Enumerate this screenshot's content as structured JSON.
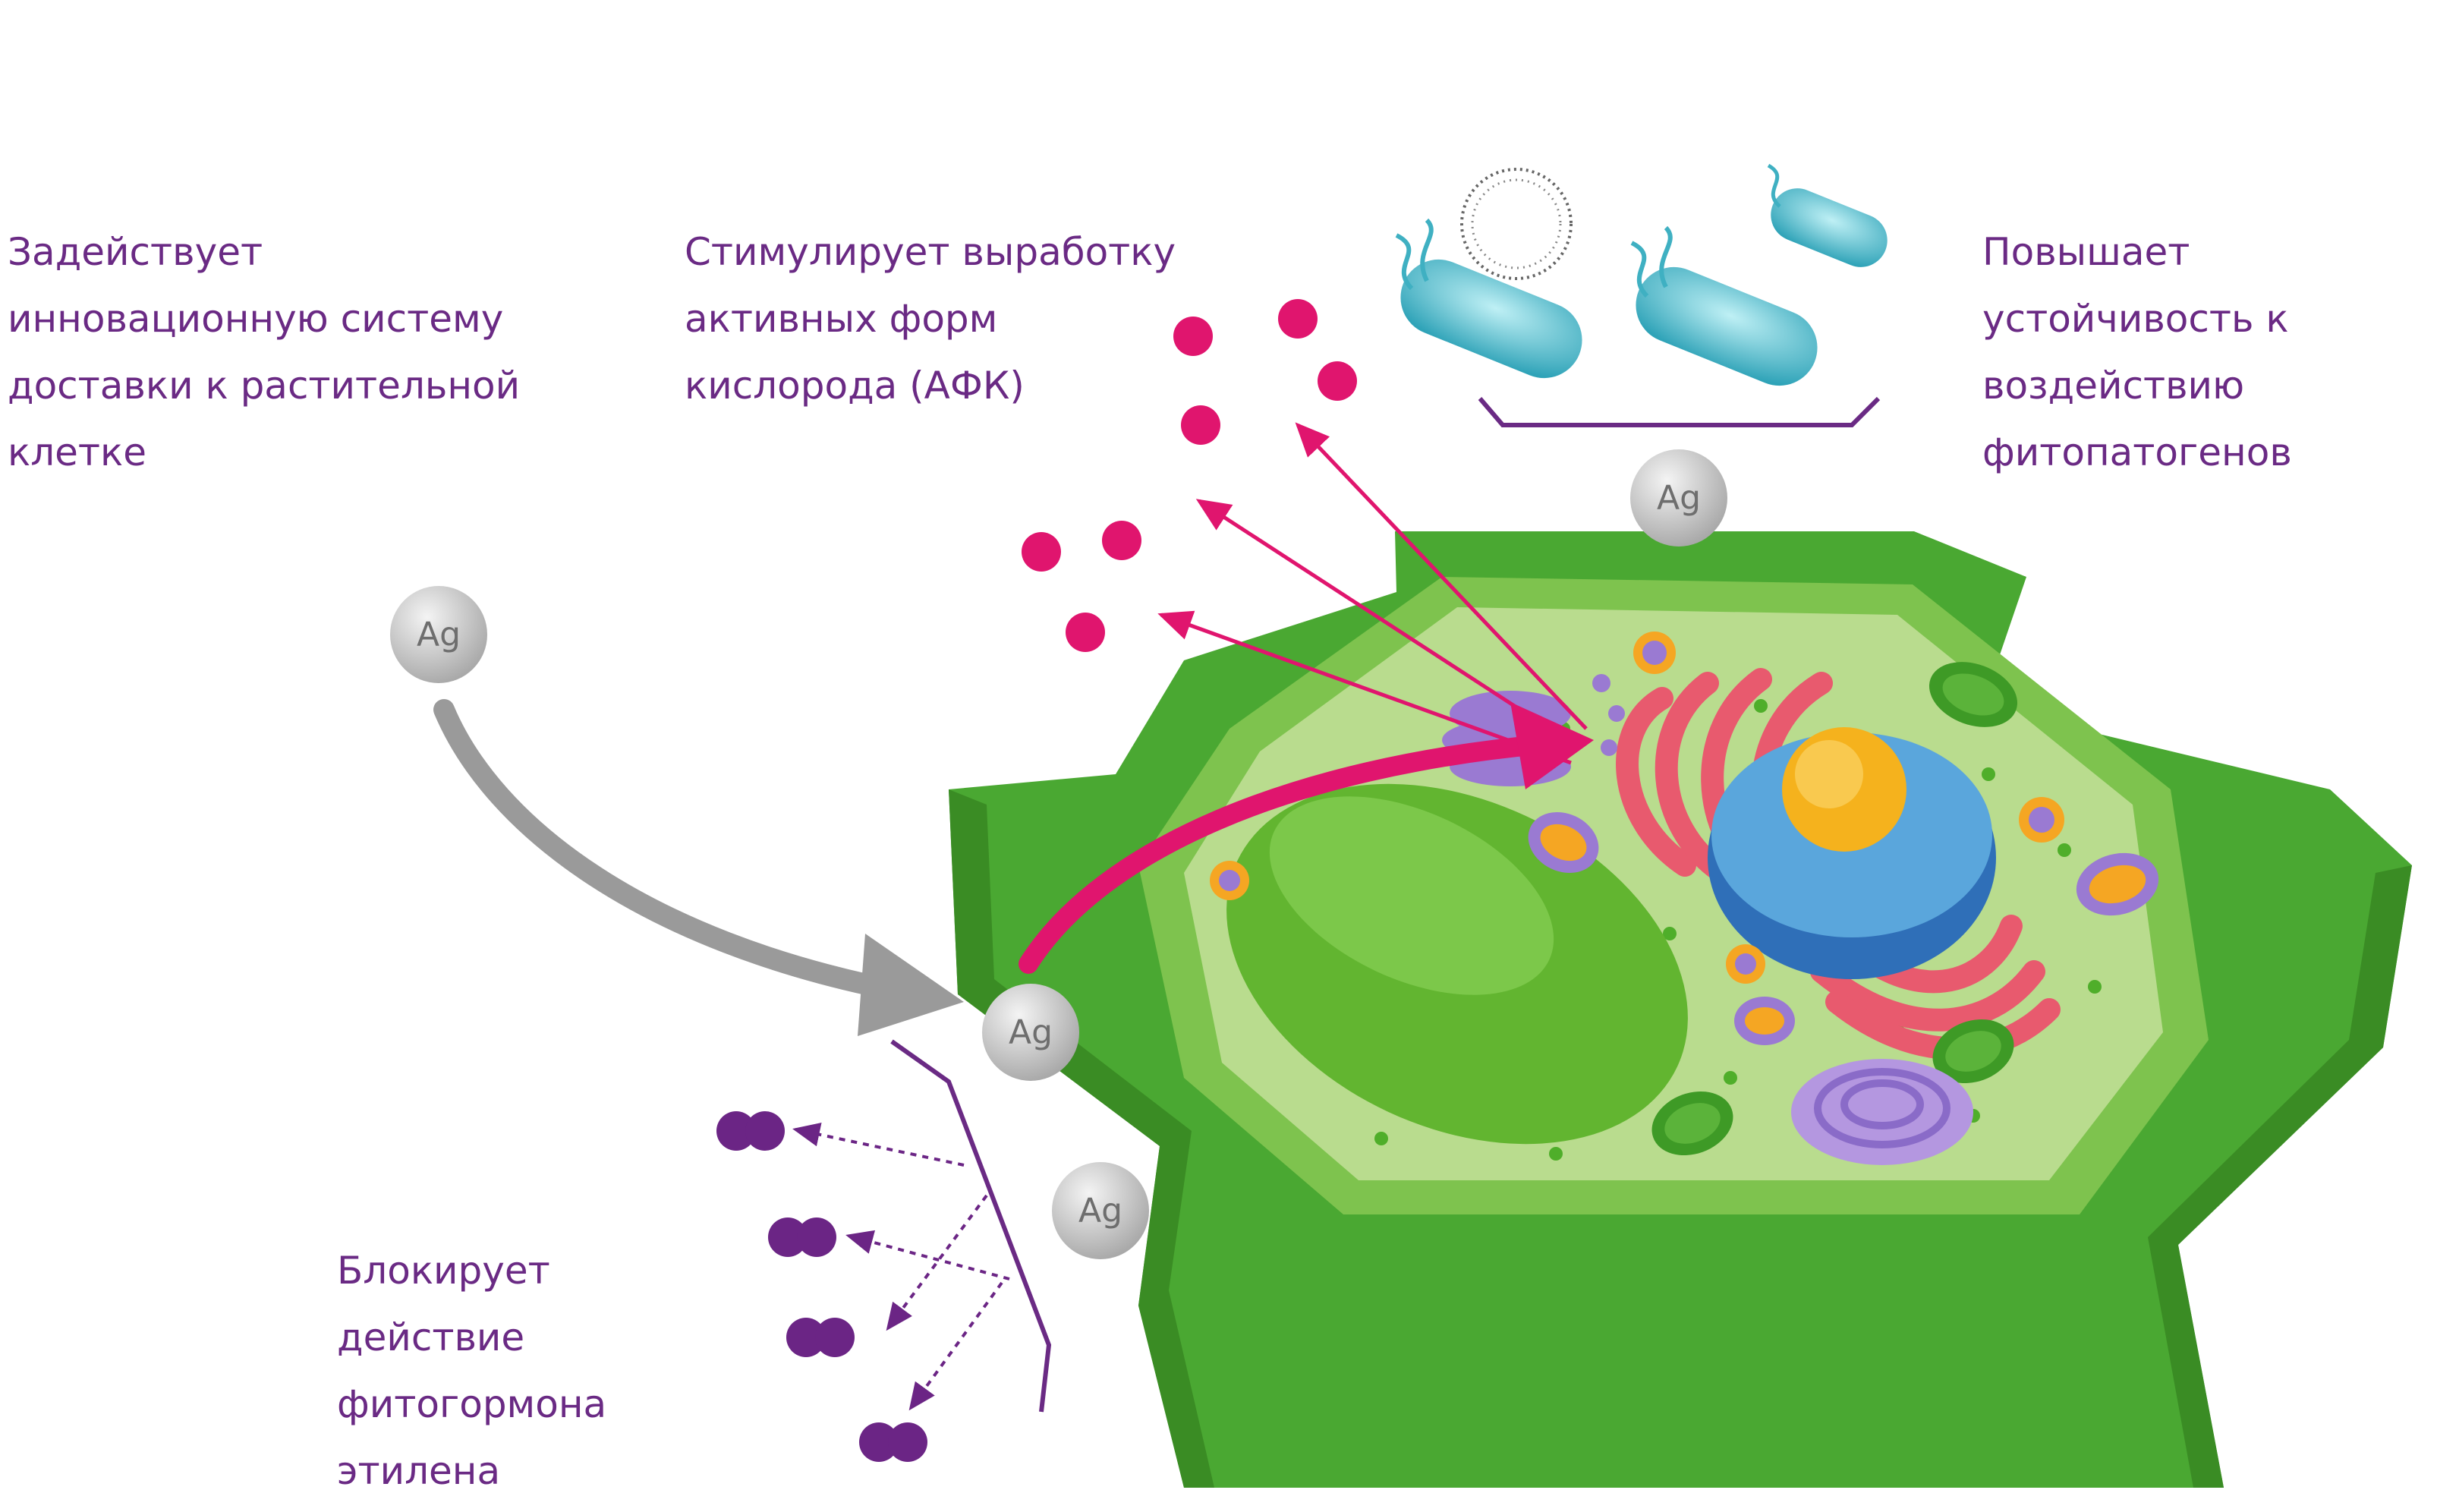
{
  "captions": {
    "delivery": "Задействует\nинновационную систему\nдоставки к растительной\nклетке",
    "ros": "Стимулирует выработку\nактивных форм\nкислорода (АФК)",
    "resistance": "Повышает\nустойчивость к\nвоздействию\nфитопатогенов",
    "ethylene": "Блокирует\nдействие\nфитогормона\nэтилена"
  },
  "silver_label": "Ag",
  "colors": {
    "caption_text": "#6a2a84",
    "ros_pink": "#e0156e",
    "silver_ball": "#cfcfcf",
    "cell_wall": "#4aa832",
    "cytoplasm": "#b9dc8e",
    "vacuole": "#62b530",
    "nucleus": "#5aa6dc",
    "nucleolus": "#f5b21d",
    "er": "#e85a6e",
    "golgi": "#9a7ad2",
    "bacteria": "#5bc4d4",
    "ethylene": "#6b2585",
    "gray_arrow": "#9a9a9a"
  },
  "icons": [
    "silver-ion-icon",
    "ros-particle-icon",
    "bacterium-icon",
    "virus-icon",
    "ethylene-molecule-icon",
    "plant-cell-illustration"
  ]
}
